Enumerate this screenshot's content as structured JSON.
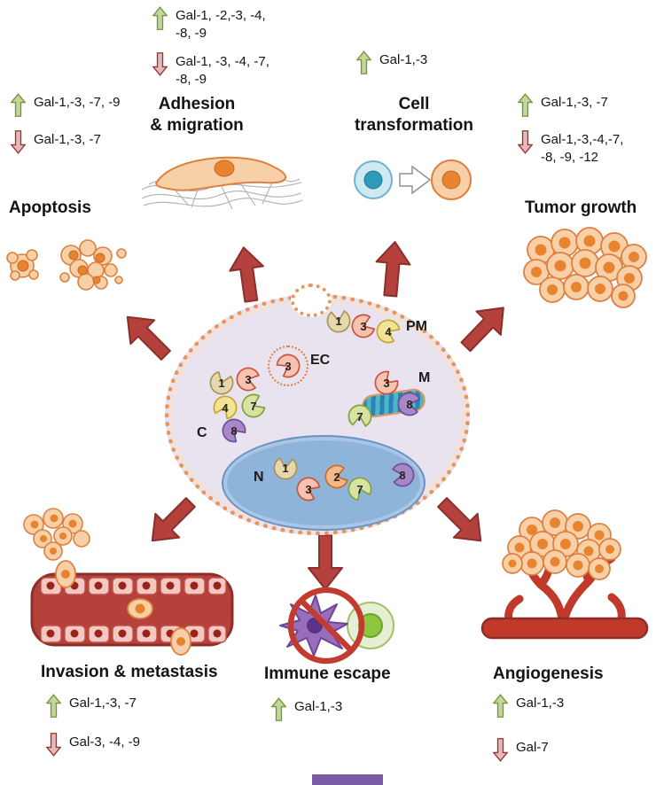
{
  "icons": {
    "upregulated": "block-arrow-up-green",
    "downregulated": "block-arrow-down-red",
    "radiating_arrow": "thick-block-arrow-red"
  },
  "colors": {
    "up_arrow_fill": "#c3d69b",
    "up_arrow_stroke": "#77933c",
    "down_arrow_fill": "#e6b9b8",
    "down_arrow_stroke": "#953735",
    "big_arrow_fill": "#b5413c",
    "membrane_orange": "#e8945a",
    "cytoplasm": "#e9e3ef",
    "nucleus_blue": "#8fb4da",
    "tumor_cell_fill": "#f8d0a8",
    "tumor_cell_nucleus": "#e8842f",
    "vessel_red": "#b5423a",
    "accent_bar_purple": "#7a5ba6"
  },
  "sections": {
    "apoptosis": {
      "label": "Apoptosis",
      "up": "Gal-1,-3, -7, -9",
      "down": "Gal-1,-3, -7"
    },
    "adhesion": {
      "label_line1": "Adhesion",
      "label_line2": "& migration",
      "up": "Gal-1, -2,-3, -4, -8, -9",
      "down": "Gal-1, -3, -4, -7, -8, -9"
    },
    "cell_transformation": {
      "label_line1": "Cell",
      "label_line2": "transformation",
      "up": "Gal-1,-3"
    },
    "tumor_growth": {
      "label": "Tumor growth",
      "up": "Gal-1,-3, -7",
      "down": "Gal-1,-3,-4,-7, -8, -9, -12"
    },
    "invasion_metastasis": {
      "label": "Invasion & metastasis",
      "up": "Gal-1,-3, -7",
      "down": "Gal-3, -4, -9"
    },
    "immune_escape": {
      "label": "Immune escape",
      "up": "Gal-1,-3"
    },
    "angiogenesis": {
      "label": "Angiogenesis",
      "up": "Gal-1,-3",
      "down": "Gal-7"
    }
  },
  "cell": {
    "compartment_labels": {
      "pm": "PM",
      "ec": "EC",
      "m": "M",
      "c": "C",
      "n": "N"
    },
    "galectins": {
      "pm": [
        "1",
        "3",
        "4"
      ],
      "ec": [
        "3"
      ],
      "m": [
        "3",
        "7",
        "8"
      ],
      "c": [
        "1",
        "3",
        "4",
        "7",
        "8"
      ],
      "n": [
        "1",
        "3",
        "2",
        "7",
        "8"
      ]
    }
  }
}
